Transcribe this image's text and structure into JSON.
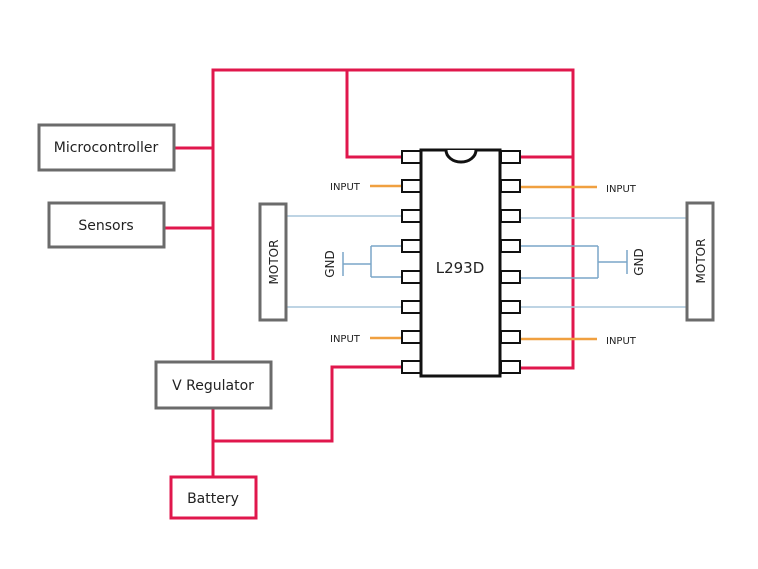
{
  "colors": {
    "power": "#e0174c",
    "input": "#f0a040",
    "motor_wire": "#a9c6dc",
    "gnd": "#7aa6c8",
    "box_stroke": "#6b6b6b",
    "battery_stroke": "#e0174c",
    "chip": "#111111"
  },
  "blocks": {
    "microcontroller": "Microcontroller",
    "sensors": "Sensors",
    "regulator": "V Regulator",
    "battery": "Battery"
  },
  "chip": {
    "label": "L293D"
  },
  "motor_left": {
    "label": "MOTOR"
  },
  "motor_right": {
    "label": "MOTOR"
  },
  "inputs": {
    "left_top": "INPUT",
    "left_bottom": "INPUT",
    "right_top": "INPUT",
    "right_bottom": "INPUT"
  },
  "gnd": {
    "left": "GND",
    "right": "GND"
  }
}
